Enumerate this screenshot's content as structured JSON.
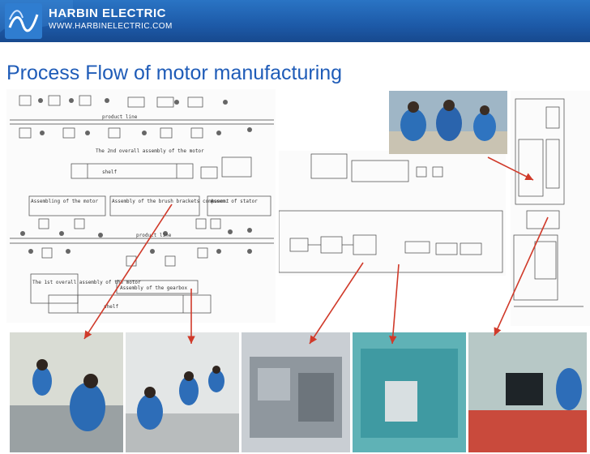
{
  "header": {
    "brand": "HARBIN ELECTRIC",
    "url": "WWW.HARBINELECTRIC.COM",
    "logo_icon": "harbin-electric-logo-icon",
    "colors": {
      "banner": "#1d5aa8",
      "title": "#1f5cb8",
      "arrows": "#d03a2a"
    }
  },
  "slide": {
    "title": "Process Flow of motor manufacturing"
  },
  "drawing": {
    "labels": {
      "product_line_top": "product line",
      "final_assembly": "The 2nd overall assembly of the motor",
      "shelf_top": "shelf",
      "assembling_rotor": "Assembling of the motor",
      "brush_assembly": "Assembly of the brush brackets component",
      "stator_assembly": "Assem. of stator",
      "product_line_bottom": "product line",
      "gearbox_assembly": "Assembly of the gearbox",
      "shelf_bottom": "shelf",
      "first_assembly": "The 1st overall assembly of the motor"
    }
  }
}
